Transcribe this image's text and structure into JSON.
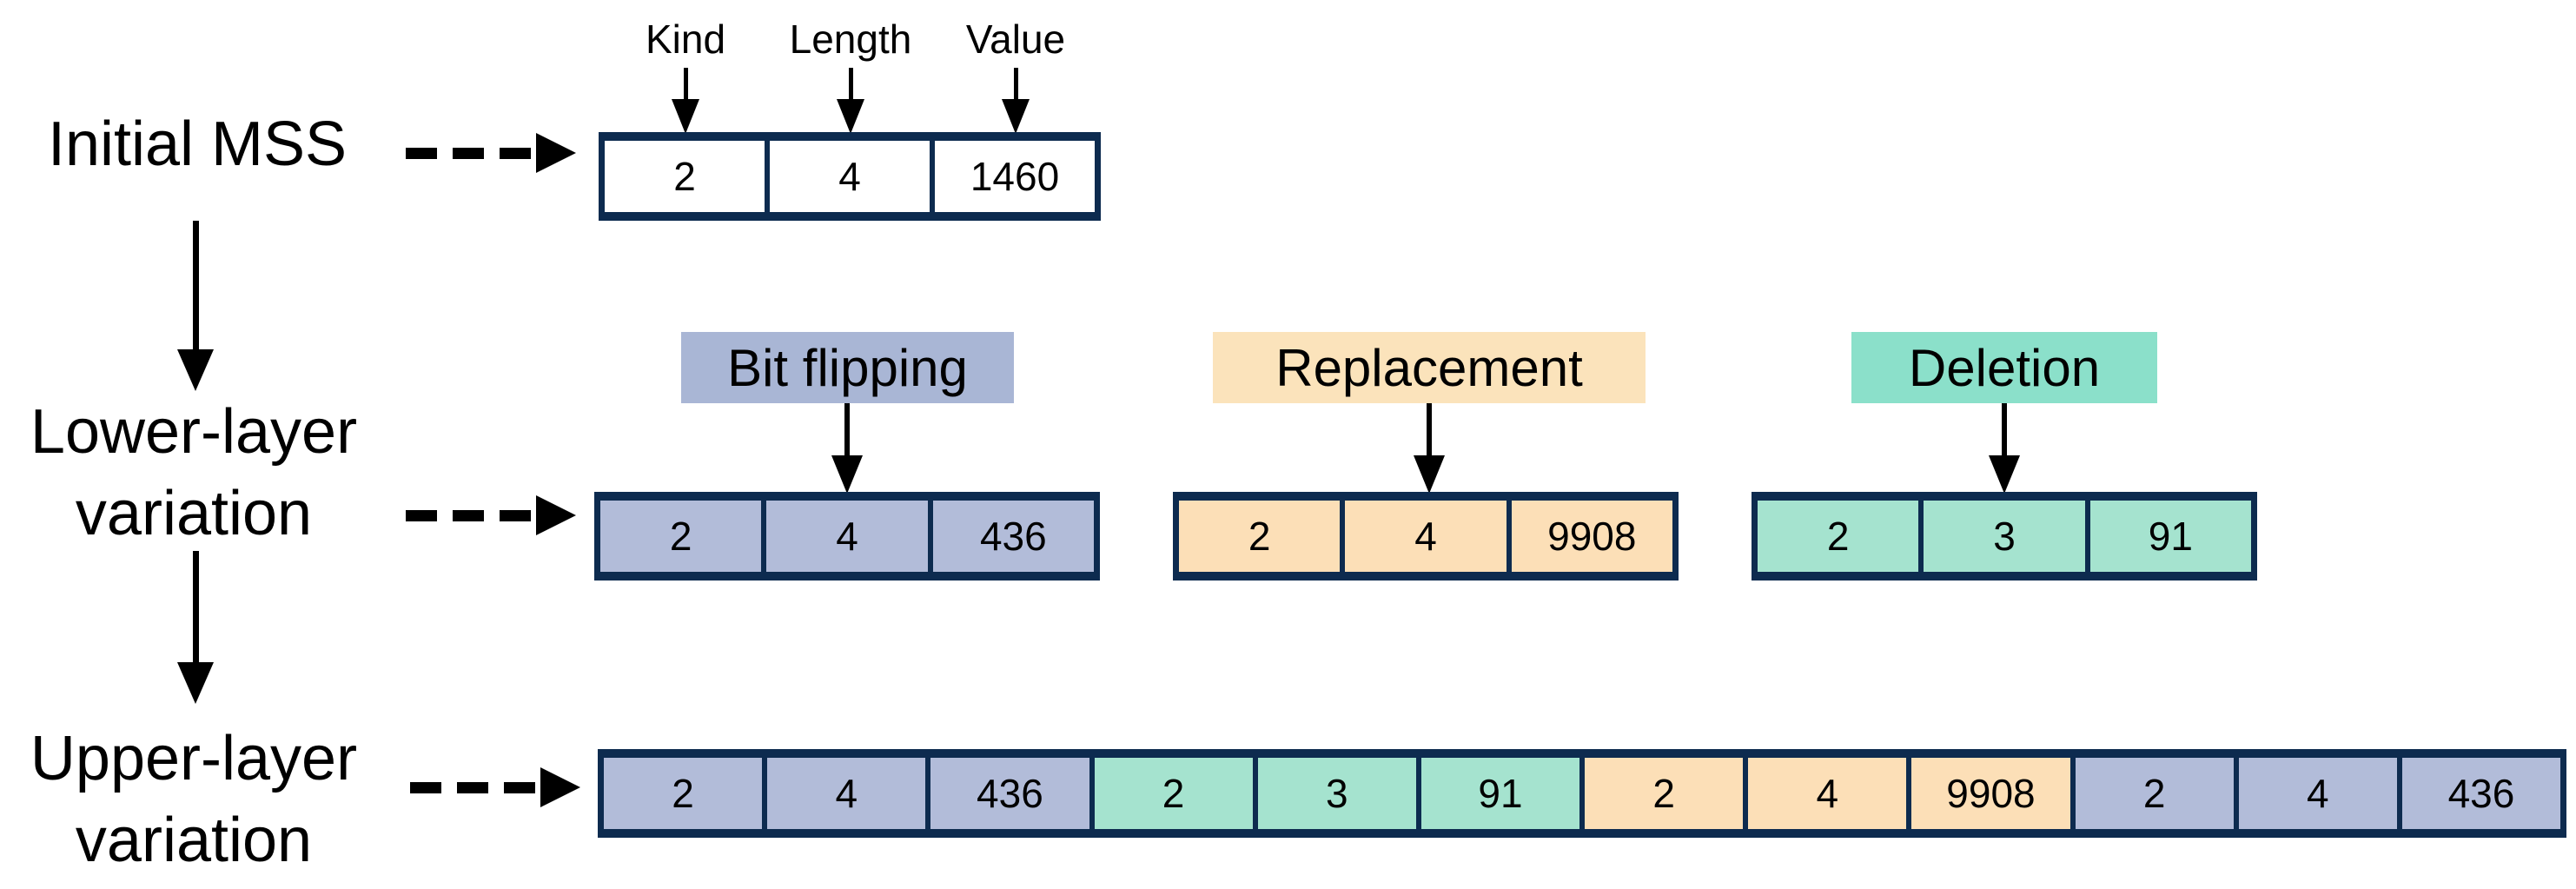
{
  "labels": {
    "initial": "Initial MSS",
    "lower_line1": "Lower-layer",
    "lower_line2": "variation",
    "upper_line1": "Upper-layer",
    "upper_line2": "variation"
  },
  "field_labels": [
    "Kind",
    "Length",
    "Value"
  ],
  "initial_row": {
    "cells": [
      "2",
      "4",
      "1460"
    ]
  },
  "mutations": [
    {
      "label": "Bit flipping",
      "color": "blue",
      "cells": [
        "2",
        "4",
        "436"
      ]
    },
    {
      "label": "Replacement",
      "color": "orange",
      "cells": [
        "2",
        "4",
        "9908"
      ]
    },
    {
      "label": "Deletion",
      "color": "teal",
      "cells": [
        "2",
        "3",
        "91"
      ]
    }
  ],
  "upper_row": {
    "cells": [
      {
        "value": "2",
        "color": "blue"
      },
      {
        "value": "4",
        "color": "blue"
      },
      {
        "value": "436",
        "color": "blue"
      },
      {
        "value": "2",
        "color": "teal"
      },
      {
        "value": "3",
        "color": "teal"
      },
      {
        "value": "91",
        "color": "teal"
      },
      {
        "value": "2",
        "color": "orange"
      },
      {
        "value": "4",
        "color": "orange"
      },
      {
        "value": "9908",
        "color": "orange"
      },
      {
        "value": "2",
        "color": "blue"
      },
      {
        "value": "4",
        "color": "blue"
      },
      {
        "value": "436",
        "color": "blue"
      }
    ]
  },
  "colors": {
    "border": "#0d2b4f",
    "arrow": "#000000",
    "cell_white": "#ffffff",
    "blue": "#b2bcd9",
    "orange": "#fcdfb7",
    "teal": "#a5e3cf",
    "badge_blue": "#a9b6d5",
    "badge_orange": "#fbe3bb",
    "badge_teal": "#8be0ca"
  }
}
